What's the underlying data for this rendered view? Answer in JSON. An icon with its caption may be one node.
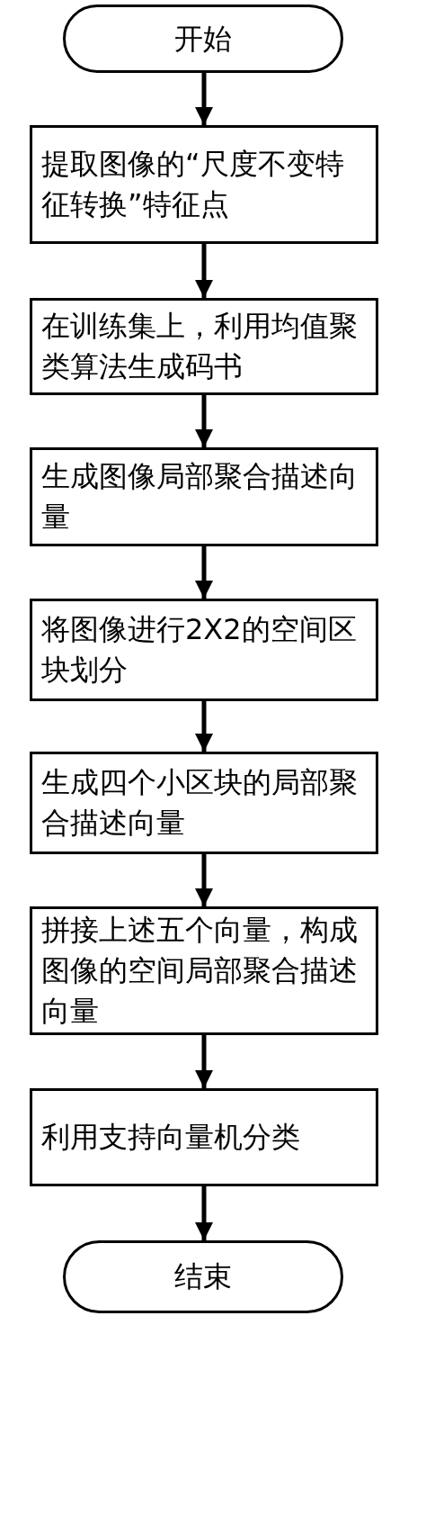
{
  "diagram": {
    "nodes": [
      {
        "text": [
          "开始"
        ]
      },
      {
        "text": [
          "提取图像的“尺度不变特征转换”特征点"
        ]
      },
      {
        "text": [
          "在训练集上，利用均值聚类算法生成码书"
        ]
      },
      {
        "text": [
          "生成图像局部聚合描述向量"
        ]
      },
      {
        "text": [
          "将图像进行2X2的空间区块划分"
        ]
      },
      {
        "text": [
          "生成四个小区块的局部聚合描述向量"
        ]
      },
      {
        "text": [
          "拼接上述五个向量，构成图像的空间局部聚合描述向量"
        ]
      },
      {
        "text": [
          "利用支持向量机分类"
        ]
      },
      {
        "text": [
          "结束"
        ]
      }
    ],
    "edges": [
      {
        "from": 0,
        "to": 1,
        "arrow": "to"
      },
      {
        "from": 1,
        "to": 2,
        "arrow": "to"
      },
      {
        "from": 2,
        "to": 3,
        "arrow": "to"
      },
      {
        "from": 3,
        "to": 4,
        "arrow": "to"
      },
      {
        "from": 4,
        "to": 5,
        "arrow": "to"
      },
      {
        "from": 5,
        "to": 6,
        "arrow": "to"
      },
      {
        "from": 6,
        "to": 7,
        "arrow": "to"
      },
      {
        "from": 7,
        "to": 8,
        "arrow": "to"
      }
    ]
  }
}
